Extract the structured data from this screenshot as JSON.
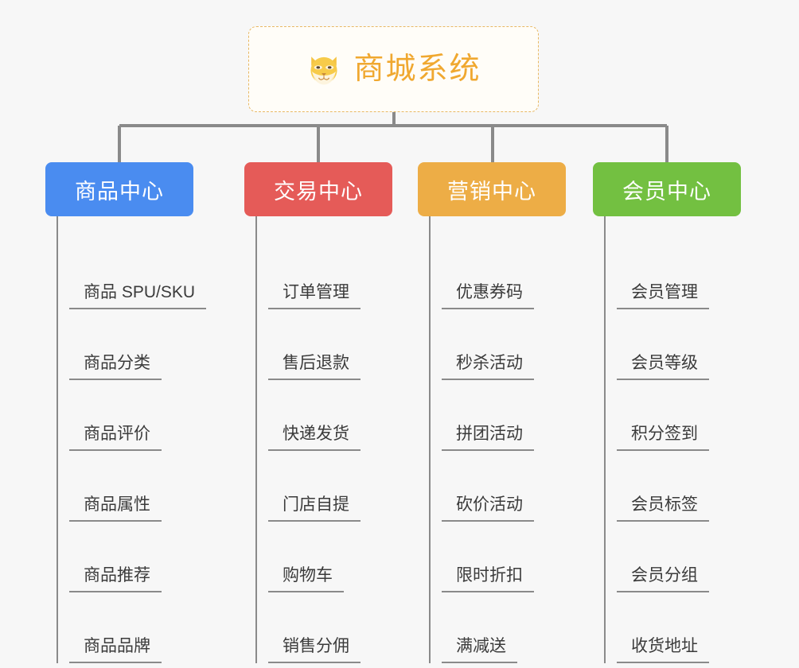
{
  "diagram": {
    "type": "mindmap-org-chart",
    "background_color": "#f7f7f7",
    "connector_color": "#8a8a8a"
  },
  "root": {
    "title": "商城系统",
    "icon": "shiba-dog-face-emoji",
    "text_color": "#f0a830",
    "border_color": "#e8b864",
    "background_color": "#fffdf8"
  },
  "branches": [
    {
      "label": "商品中心",
      "color": "#4a8cf0",
      "items": [
        "商品 SPU/SKU",
        "商品分类",
        "商品评价",
        "商品属性",
        "商品推荐",
        "商品品牌"
      ]
    },
    {
      "label": "交易中心",
      "color": "#e55b58",
      "items": [
        "订单管理",
        "售后退款",
        "快递发货",
        "门店自提",
        "购物车",
        "销售分佣"
      ]
    },
    {
      "label": "营销中心",
      "color": "#edad46",
      "items": [
        "优惠券码",
        "秒杀活动",
        "拼团活动",
        "砍价活动",
        "限时折扣",
        "满减送"
      ]
    },
    {
      "label": "会员中心",
      "color": "#73c041",
      "items": [
        "会员管理",
        "会员等级",
        "积分签到",
        "会员标签",
        "会员分组",
        "收货地址"
      ]
    }
  ]
}
